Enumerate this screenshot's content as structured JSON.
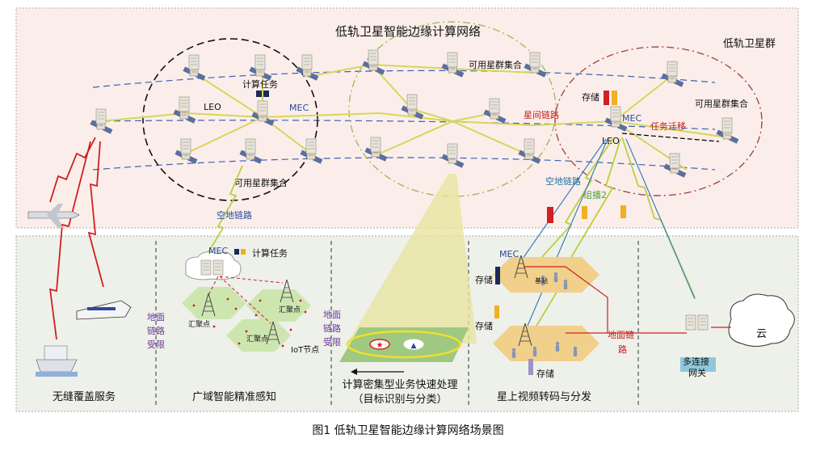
{
  "title": "低轨卫星智能边缘计算网络",
  "constellation_label": "低轨卫星群",
  "caption": "图1    低轨卫星智能边缘计算网络场景图",
  "space": {
    "leo_left": "LEO",
    "leo_right": "LEO",
    "mec_left": "MEC",
    "mec_right": "MEC",
    "compute_task": "计算任务",
    "available_cluster_top": "可用星群集合",
    "available_cluster_bottom": "可用星群集合",
    "available_cluster_right": "可用星群集合",
    "inter_satellite_link": "星间链路",
    "task_migration": "任务迁移",
    "storage": "存储",
    "space_ground_link_left": "空地链路",
    "space_ground_link_right": "空地链路",
    "multicast": "组播2"
  },
  "ground": {
    "panel1_title": "无缝覆盖服务",
    "ground_link_limited_1": [
      "地面",
      "链路",
      "受限"
    ],
    "panel2_title": "广域智能精准感知",
    "panel2_mec": "MEC",
    "panel2_task": "计算任务",
    "sink_node": "汇聚点",
    "iot_node": "IoT节点",
    "ground_link_limited_2": [
      "地面",
      "链路",
      "受限"
    ],
    "panel3_title_line1": "计算密集型业务快速处理",
    "panel3_title_line2": "（目标识别与分类）",
    "panel4_title": "星上视频转码与分发",
    "panel4_mec": "MEC",
    "base_station": "基站",
    "storage_1": "存储",
    "storage_2": "存储",
    "storage_3": "存储",
    "ground_link": [
      "地面链",
      "路"
    ],
    "gateway": [
      "多连接",
      "网关"
    ],
    "cloud": "云"
  }
}
